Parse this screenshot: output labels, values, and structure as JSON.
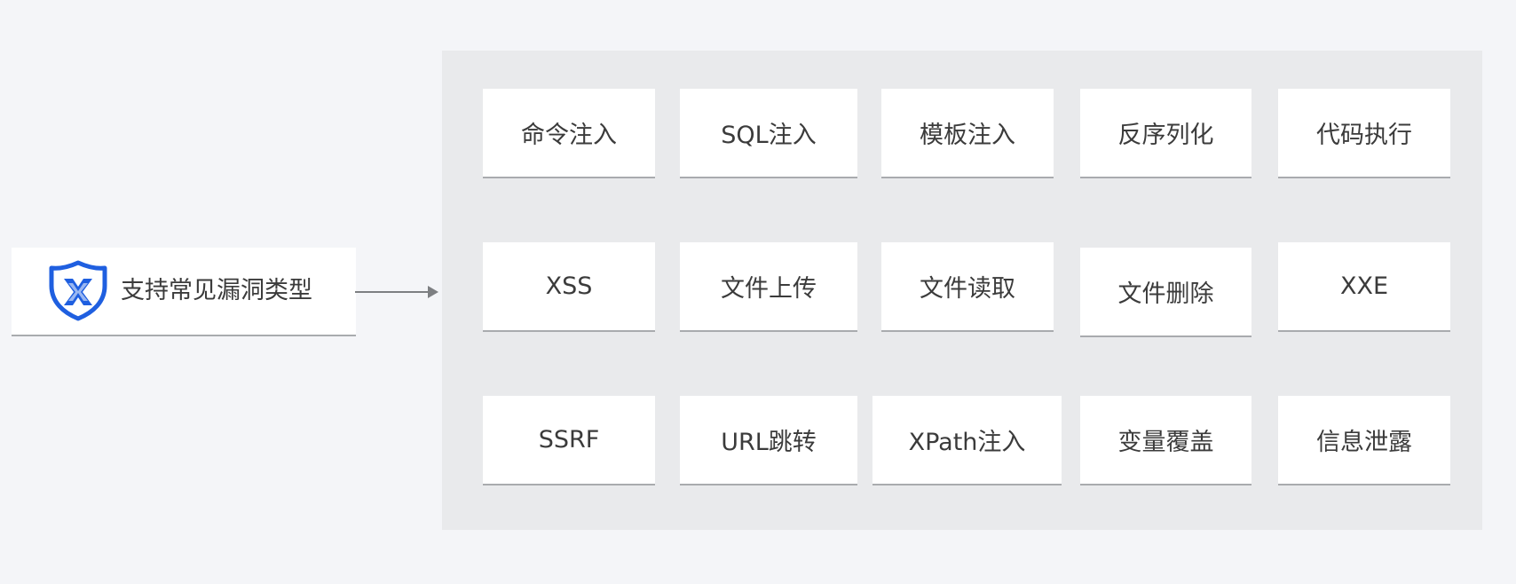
{
  "source": {
    "label": "支持常见漏洞类型",
    "icon": "shield-x-logo-icon",
    "icon_color": "#1f5fe0"
  },
  "vulnerability_types": [
    [
      "命令注入",
      "SQL注入",
      "模板注入",
      "反序列化",
      "代码执行"
    ],
    [
      "XSS",
      "文件上传",
      "文件读取",
      "文件删除",
      "XXE"
    ],
    [
      "SSRF",
      "URL跳转",
      "XPath注入",
      "变量覆盖",
      "信息泄露"
    ]
  ],
  "colors": {
    "page_background": "#f4f5f8",
    "panel_background": "#e9eaec",
    "card_background": "#ffffff",
    "card_underline": "#a9abae",
    "text": "#3b3b3b",
    "arrow": "#7d7f82"
  }
}
